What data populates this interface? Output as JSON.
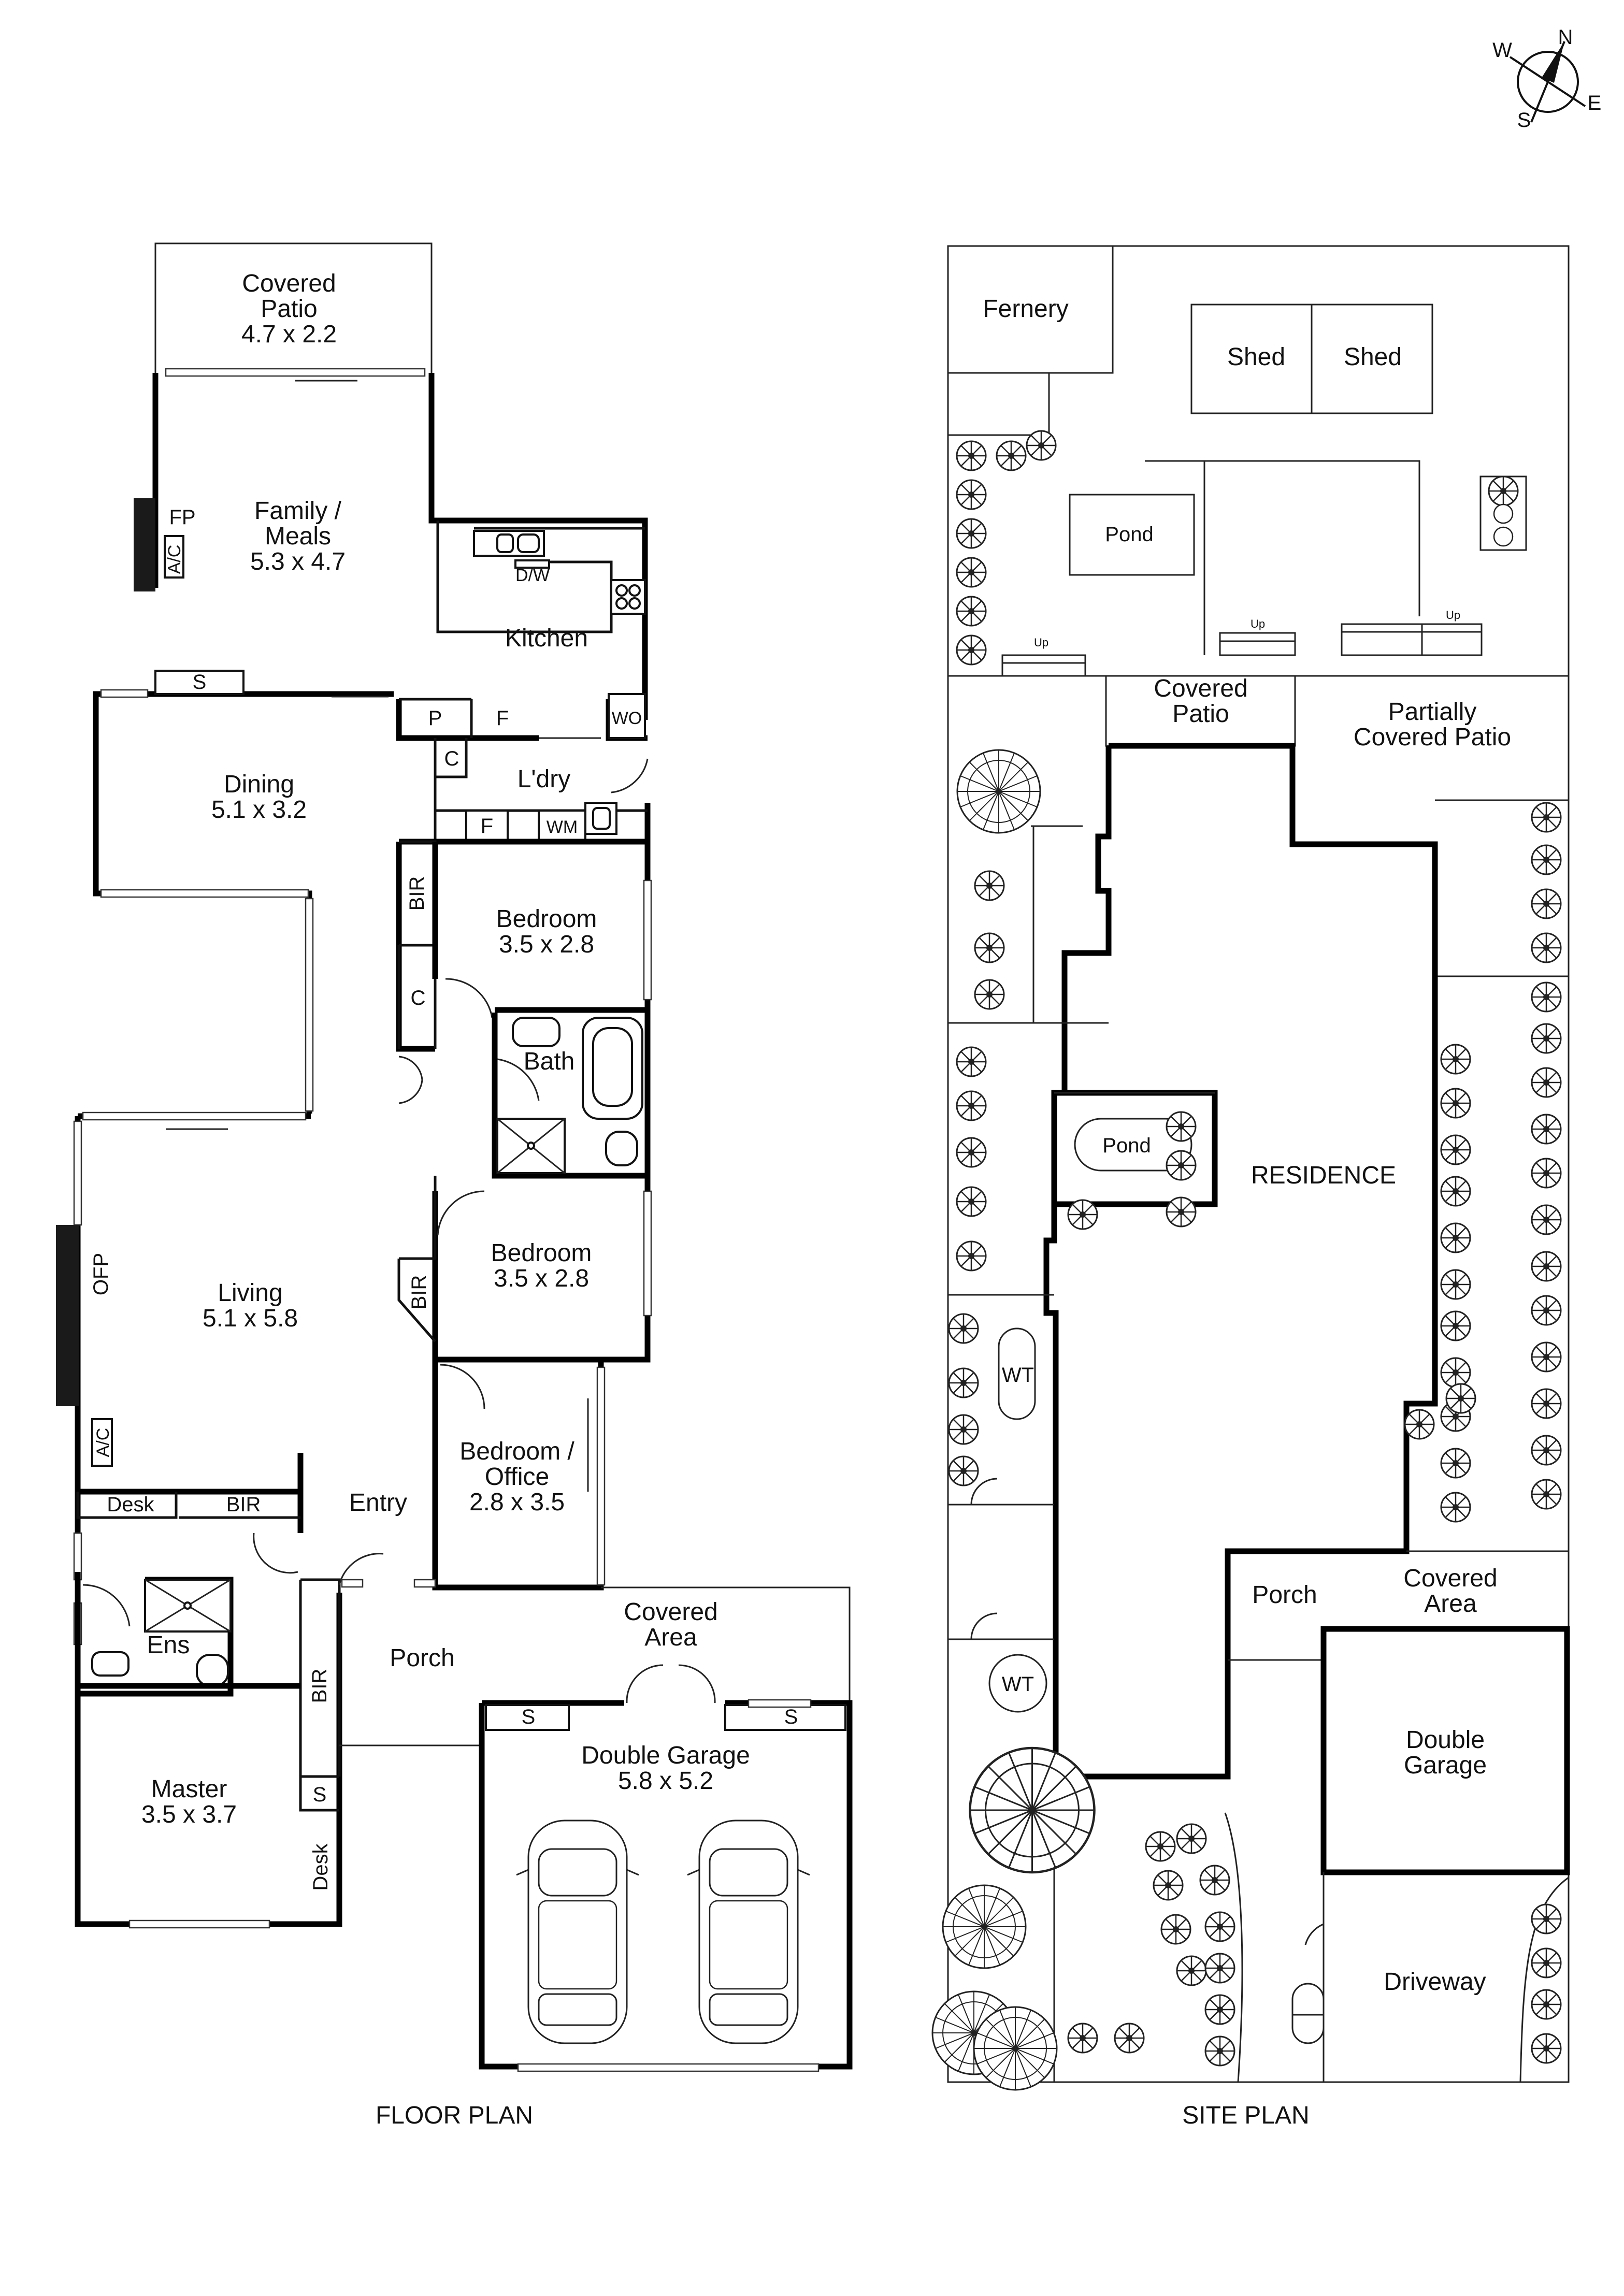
{
  "floor_plan": {
    "title": "FLOOR PLAN",
    "rooms": {
      "covered_patio": {
        "name_1": "Covered",
        "name_2": "Patio",
        "dims": "4.7 x 2.2"
      },
      "family_meals": {
        "name_1": "Family /",
        "name_2": "Meals",
        "dims": "5.3 x 4.7"
      },
      "kitchen": {
        "name": "Kitchen"
      },
      "dining": {
        "name": "Dining",
        "dims": "5.1 x 3.2"
      },
      "laundry": {
        "name": "L'dry"
      },
      "bedroom_1": {
        "name": "Bedroom",
        "dims": "3.5 x 2.8"
      },
      "bath": {
        "name": "Bath"
      },
      "bedroom_2": {
        "name": "Bedroom",
        "dims": "3.5 x 2.8"
      },
      "living": {
        "name": "Living",
        "dims": "5.1 x 5.8"
      },
      "bedroom_office": {
        "name_1": "Bedroom /",
        "name_2": "Office",
        "dims": "2.8 x 3.5"
      },
      "entry": {
        "name": "Entry"
      },
      "porch": {
        "name": "Porch"
      },
      "covered_area": {
        "name_1": "Covered",
        "name_2": "Area"
      },
      "double_garage": {
        "name": "Double Garage",
        "dims": "5.8 x 5.2"
      },
      "ensuite": {
        "name": "Ens"
      },
      "master": {
        "name": "Master",
        "dims": "3.5 x 3.7"
      }
    },
    "fixtures": {
      "fp": "FP",
      "ac_1": "A/C",
      "dw": "D/W",
      "s_family": "S",
      "pantry": "P",
      "fridge": "F",
      "wo": "WO",
      "cupboard_laundry": "C",
      "fridge_laundry": "F",
      "wm": "WM",
      "bir_bed1": "BIR",
      "cupboard_hall": "C",
      "ofp": "OFP",
      "bir_bed2": "BIR",
      "ac_2": "A/C",
      "desk_1": "Desk",
      "bir_master": "BIR",
      "bir_hall": "BIR",
      "s_hall": "S",
      "desk_2": "Desk",
      "s_garage_left": "S",
      "s_garage_right": "S"
    }
  },
  "site_plan": {
    "title": "SITE PLAN",
    "labels": {
      "fernery": "Fernery",
      "shed_1": "Shed",
      "shed_2": "Shed",
      "pond_top": "Pond",
      "up_1": "Up",
      "up_2": "Up",
      "up_3": "Up",
      "covered_patio_1": "Covered",
      "covered_patio_2": "Patio",
      "partially_covered_1": "Partially",
      "partially_covered_2": "Covered Patio",
      "pond_mid": "Pond",
      "residence": "RESIDENCE",
      "wt_1": "WT",
      "wt_2": "WT",
      "porch": "Porch",
      "covered_area_1": "Covered",
      "covered_area_2": "Area",
      "double_garage_1": "Double",
      "double_garage_2": "Garage",
      "driveway": "Driveway"
    }
  },
  "compass": {
    "n": "N",
    "e": "E",
    "s": "S",
    "w": "W"
  }
}
